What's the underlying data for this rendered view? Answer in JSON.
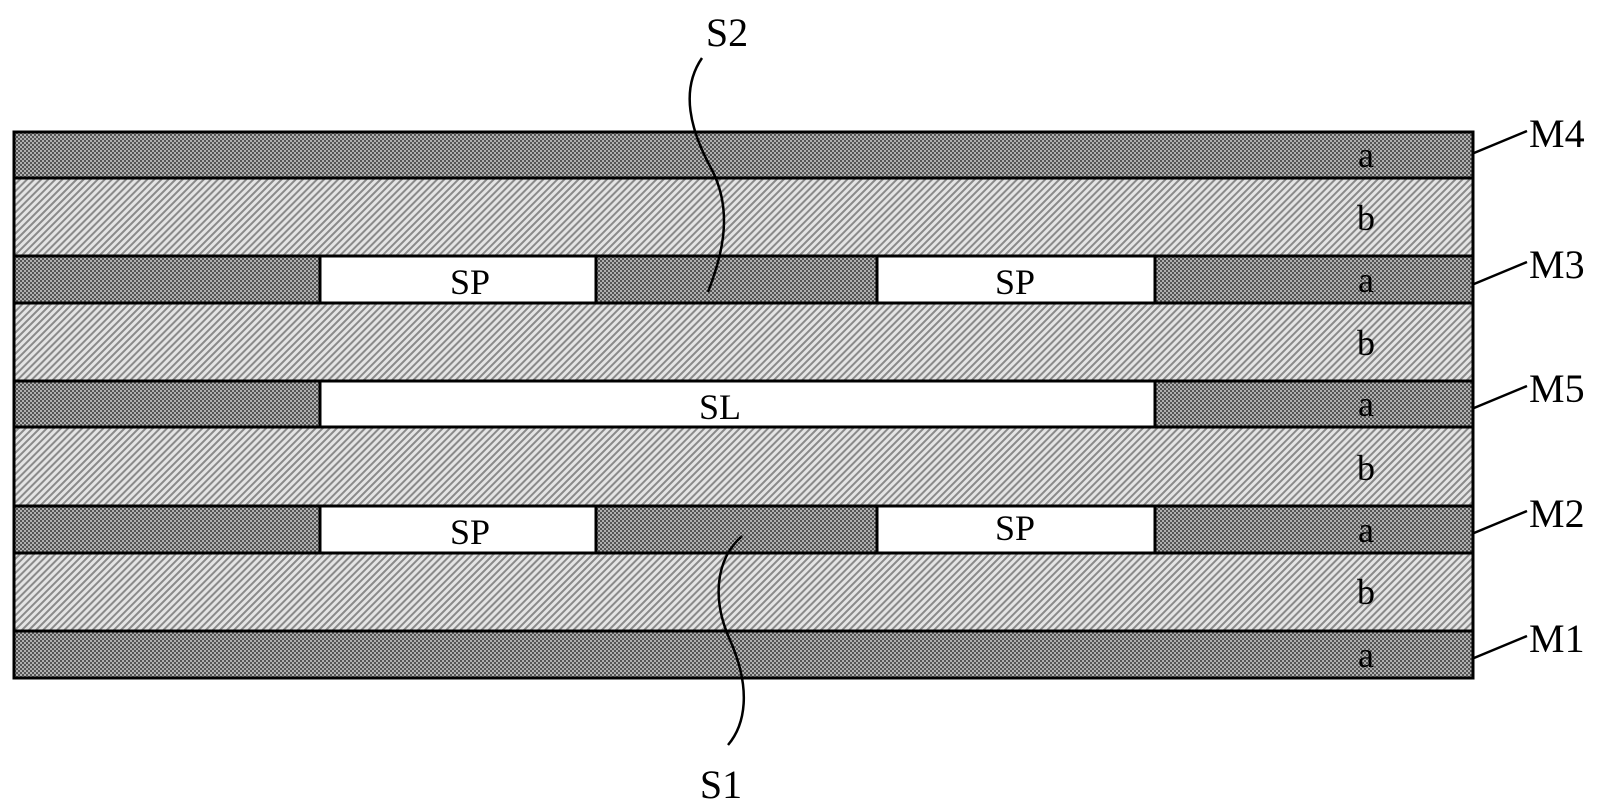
{
  "figure": {
    "layers": [
      {
        "id": "M4",
        "material": "a",
        "openings": []
      },
      {
        "id": "b1",
        "material": "b"
      },
      {
        "id": "M3",
        "material": "a",
        "openings": [
          "SP",
          "SP"
        ]
      },
      {
        "id": "b2",
        "material": "b"
      },
      {
        "id": "M5",
        "material": "a",
        "openings": [
          "SL"
        ]
      },
      {
        "id": "b3",
        "material": "b"
      },
      {
        "id": "M2",
        "material": "a",
        "openings": [
          "SP",
          "SP"
        ]
      },
      {
        "id": "b4",
        "material": "b"
      },
      {
        "id": "M1",
        "material": "a",
        "openings": []
      }
    ],
    "material_labels": {
      "a": "a",
      "b": "b"
    },
    "layer_refs": {
      "M4": "M4",
      "M3": "M3",
      "M5": "M5",
      "M2": "M2",
      "M1": "M1"
    },
    "opening_labels": {
      "sp": "SP",
      "sl": "SL"
    },
    "callouts": {
      "s1": "S1",
      "s2": "S2"
    },
    "colors": {
      "material_a": "#8c8c8c",
      "material_b": "#cfcfcf",
      "opening": "#ffffff",
      "line": "#000000"
    }
  }
}
